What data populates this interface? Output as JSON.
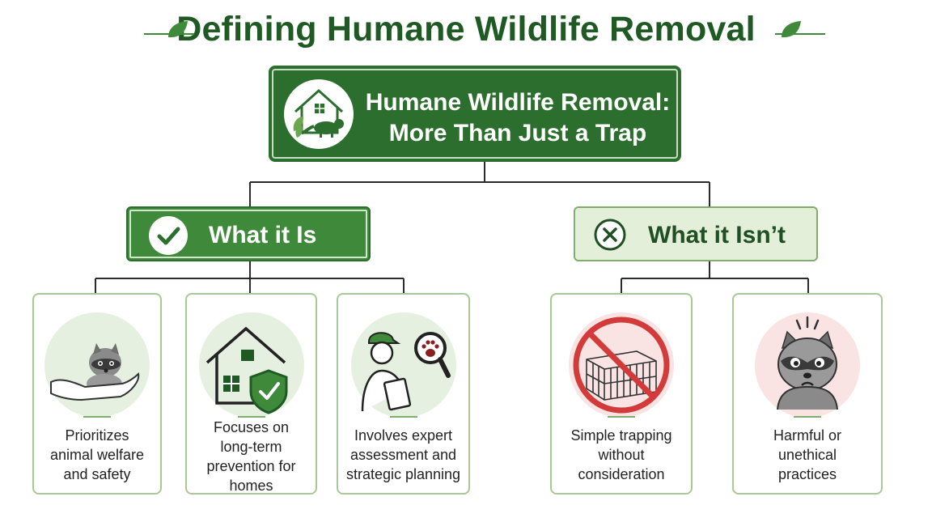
{
  "title": "Defining Humane Wildlife Removal",
  "root": {
    "line1": "Humane Wildlife Removal:",
    "line2": "More Than Just a Trap",
    "icon": "house-raccoon-icon"
  },
  "what_it_is": {
    "label": "What it Is",
    "icon": "checkmark-icon",
    "cards": [
      {
        "lines": [
          "Prioritizes",
          "animal welfare",
          "and safety"
        ],
        "icon": "raccoon-in-hand-icon"
      },
      {
        "lines": [
          "Focuses on",
          "long-term",
          "prevention for",
          "homes"
        ],
        "icon": "house-shield-icon"
      },
      {
        "lines": [
          "Involves expert",
          "assessment and",
          "strategic planning"
        ],
        "icon": "inspector-magnifier-icon"
      }
    ]
  },
  "what_it_isnt": {
    "label": "What it Isn’t",
    "icon": "x-circle-icon",
    "cards": [
      {
        "lines": [
          "Simple trapping",
          "without",
          "consideration"
        ],
        "icon": "no-cage-trap-icon"
      },
      {
        "lines": [
          "Harmful or",
          "unethical",
          "practices"
        ],
        "icon": "distressed-raccoon-icon"
      }
    ]
  },
  "colors": {
    "dark_green": "#2c6e2e",
    "mid_green": "#3f8a3a",
    "light_green": "#e3efd9",
    "title_green": "#1f5a24",
    "prohibit_red": "#d33b3b"
  }
}
